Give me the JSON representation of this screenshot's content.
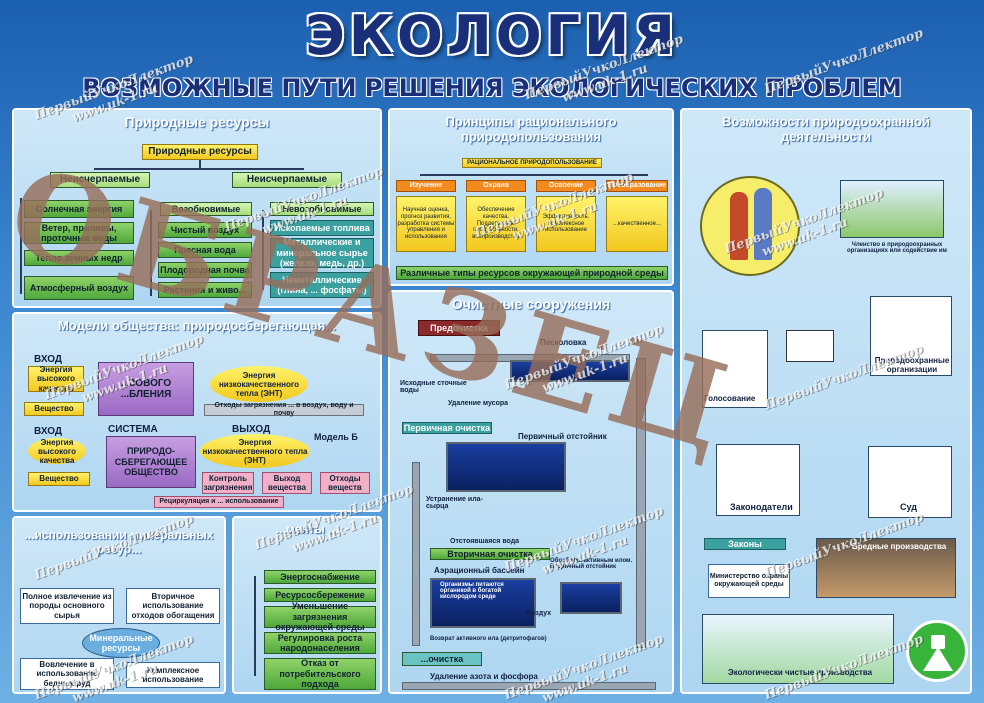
{
  "title": "ЭКОЛОГИЯ",
  "subtitle": "ВОЗМОЖНЫЕ ПУТИ РЕШЕНИЯ ЭКОЛОГИЧЕСКИХ ПРОБЛЕМ",
  "watermark_big": "ОБРАЗЕЦ",
  "watermark_small": [
    "ПервыйУчкоЛлектор",
    "www.uk-1.ru"
  ],
  "resources": {
    "head": "Природные ресурсы",
    "root": "Природные ресурсы",
    "inexhaustible": "Неисчерпаемые",
    "exhaustible": "Неисчерпаемые",
    "left_items": [
      "Солнечная энергия",
      "Ветер, приливы, проточные воды",
      "Тепло земных недр",
      "Атмосферный воздух"
    ],
    "renewable": "Возобновимые",
    "nonrenewable": "Невозобновимые",
    "mid_items": [
      "Чистый воздух",
      "Пресная вода",
      "Плодородная почва",
      "Растения и живо..."
    ],
    "right_items": [
      "Ископаемые топлива",
      "Металлические и минеральное сырье (железо, медь, др.)",
      "Неметаллические (глина, ... фосфаты)"
    ]
  },
  "model": {
    "head": "Модели общества: природосберегающая...",
    "input": "ВХОД",
    "system": "СИСТЕМА",
    "output": "ВЫХОД",
    "energy_high": "Энергия высокого качества",
    "matter": "Вещество",
    "society_a": "...ЗОВОГО ...БЛЕНИЯ",
    "society_b": "ПРИРОДО-СБЕРЕГАЮЩЕЕ ОБЩЕСТВО",
    "energy_low": "Энергия низкокачественного тепла (ЭНТ)",
    "model_b": "Модель Б",
    "control": "Контроль загрязнения",
    "out_matter": "Выход вещества",
    "waste": "Отходы веществ",
    "recycle": "Рециркуляция и ... использование",
    "pollution_note": "Отходы загрязнения ... в воздух, воду и почву"
  },
  "minerals": {
    "head": "...использовании минеральных ресур...",
    "center": "Минеральные ресурсы",
    "items": [
      "Полное извлечение из породы основного сырья",
      "Вторичное использование отходов обогащения",
      "Вовлечение в использование бедных руд",
      "Комплексное использование"
    ]
  },
  "energy_list": {
    "head": "...менты ...",
    "items": [
      "Энергоснабжение",
      "Ресурсосбережение",
      "Уменьшение загрязнения окружающей среды",
      "Регулировка роста народонаселения",
      "Отказ от потребительского подхода"
    ]
  },
  "principles": {
    "head": "Принципы рационального природопользования",
    "top": "РАЦИОНАЛЬНОЕ ПРИРОДОПОЛЬЗОВАНИЕ",
    "cols": [
      "Изучение",
      "Охрана",
      "Освоение",
      "Преобразование"
    ],
    "texts": [
      "Научная оценка, прогноз развития, разработка системы управления и использования",
      "Обеспечение качества. Поддержание продуктивности, воспроизводства",
      "Эффективность. Комплексное использование",
      "...качественное..."
    ],
    "bottom": "Различные типы ресурсов окружающей природной среды"
  },
  "treatment": {
    "head": "Очистные сооружения",
    "pre": "Предочистка",
    "sand": "Песколовка",
    "inflow": "Исходные сточные воды",
    "trash": "Удаление мусора",
    "primary": "Первичная очистка",
    "primary_tank": "Первичный отстойник",
    "sludge": "Устранение ила-сырца",
    "settling": "Отстоявшаяся вода",
    "secondary": "Вторичная очистка",
    "aeration": "Аэрационный бассейн",
    "organisms": "Организмы питаются органикой в богатой кислородом среде",
    "activated": "Обработка активным илом. Вторичный отстойник",
    "air": "Воздух",
    "return": "Возврат активного ила (детритофагов)",
    "tertiary": "...очистка",
    "nitrogen": "Удаление азота и фосфора"
  },
  "protection": {
    "head": "Возможности природоохранной деятельности",
    "membership": "Членство в природоохранных организациях или содействие им",
    "voters": "Голосование",
    "org": "Природоохранные организации",
    "lawmakers": "Законодатели",
    "court": "Суд",
    "laws": "Законы",
    "ministry": "Министерство охраны окружающей среды",
    "industry": "Вредные производства",
    "clean_industry": "Экологически чистые производства"
  },
  "colors": {
    "accent": "#1a2f7a",
    "panel": "#cfe8f8",
    "green": "#4fa83a",
    "orange": "#f28a1e"
  }
}
